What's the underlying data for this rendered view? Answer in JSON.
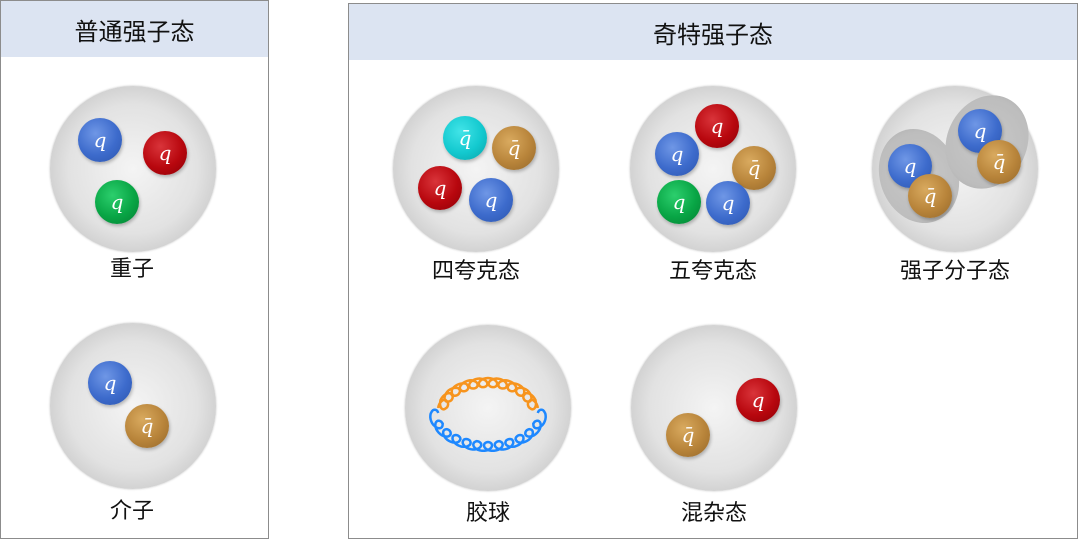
{
  "ordinary": {
    "title": "普通强子态",
    "states": {
      "baryon": {
        "label": "重子",
        "quarks": [
          {
            "symbol": "q",
            "color": "blue"
          },
          {
            "symbol": "q",
            "color": "red"
          },
          {
            "symbol": "q",
            "color": "green"
          }
        ]
      },
      "meson": {
        "label": "介子",
        "quarks": [
          {
            "symbol": "q",
            "color": "blue"
          },
          {
            "symbol": "q̄",
            "color": "gold"
          }
        ]
      }
    }
  },
  "exotic": {
    "title": "奇特强子态",
    "states": {
      "tetraquark": {
        "label": "四夸克态",
        "quarks": [
          {
            "symbol": "q̄",
            "color": "cyan"
          },
          {
            "symbol": "q̄",
            "color": "gold"
          },
          {
            "symbol": "q",
            "color": "red"
          },
          {
            "symbol": "q",
            "color": "blue"
          }
        ]
      },
      "pentaquark": {
        "label": "五夸克态",
        "quarks": [
          {
            "symbol": "q",
            "color": "red"
          },
          {
            "symbol": "q",
            "color": "blue"
          },
          {
            "symbol": "q̄",
            "color": "gold"
          },
          {
            "symbol": "q",
            "color": "green"
          },
          {
            "symbol": "q",
            "color": "blue"
          }
        ]
      },
      "molecule": {
        "label": "强子分子态",
        "quarks": [
          {
            "symbol": "q",
            "color": "blue"
          },
          {
            "symbol": "q̄",
            "color": "gold"
          },
          {
            "symbol": "q",
            "color": "blue"
          },
          {
            "symbol": "q̄",
            "color": "gold"
          }
        ]
      },
      "glueball": {
        "label": "胶球",
        "gluon_colors": [
          "orange",
          "blue"
        ]
      },
      "hybrid": {
        "label": "混杂态",
        "gluon_colors": [
          "blue"
        ],
        "quarks": [
          {
            "symbol": "q",
            "color": "red"
          },
          {
            "symbol": "q̄",
            "color": "gold"
          }
        ]
      }
    }
  },
  "colors": {
    "header_bg": "#dce4f2",
    "quark_blue": "#3d6bcc",
    "quark_red": "#b8070e",
    "quark_green": "#08a545",
    "quark_gold": "#b8843a",
    "quark_cyan": "#13c9cf",
    "gluon_orange": "#f7941d",
    "gluon_blue": "#1e88ff"
  }
}
